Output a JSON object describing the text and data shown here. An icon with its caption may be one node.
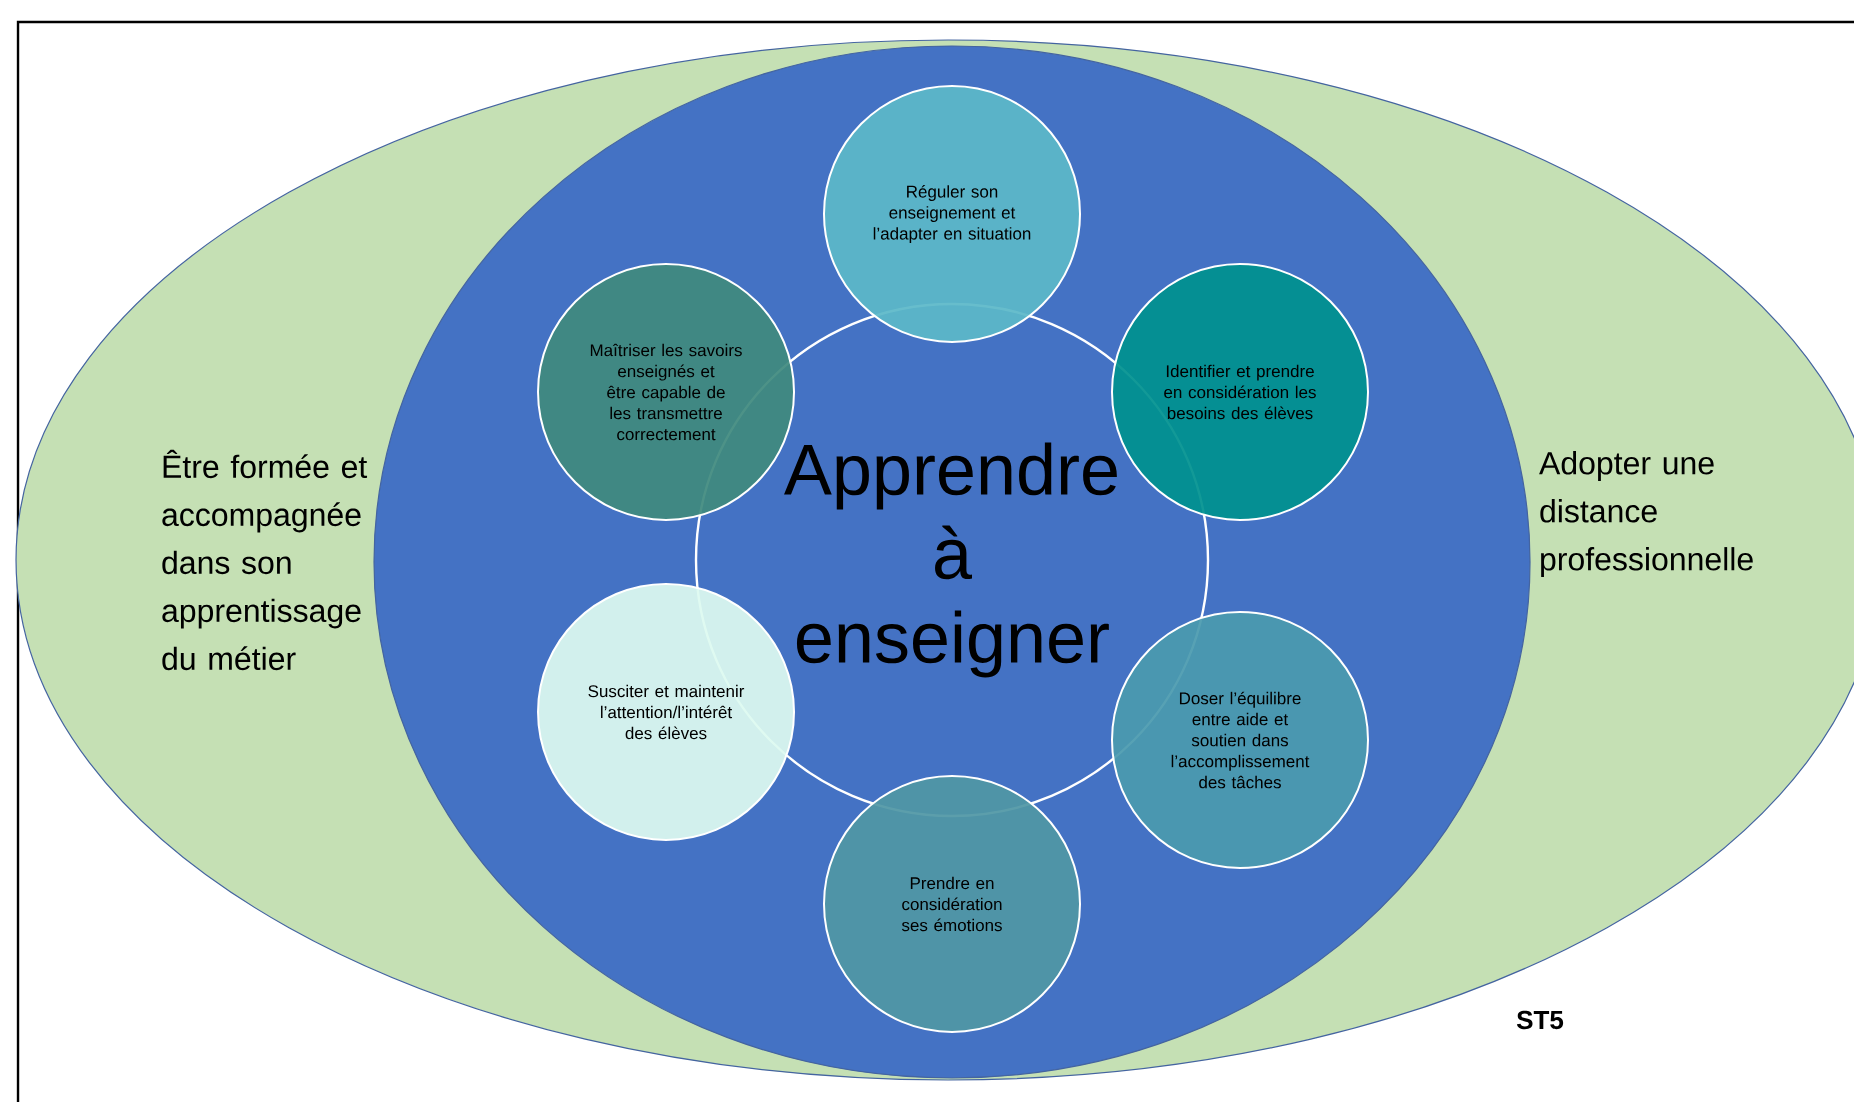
{
  "diagram": {
    "nodes": [
      {
        "text": [
          "Être formée et accompagnée dans son apprentissage du métier",
          "Adopter une distance professionnelle"
        ]
      },
      {
        "text": [],
        "shape": "ellipse",
        "in": 0
      },
      {
        "text": [
          "Apprendre à enseigner"
        ],
        "in": 1
      },
      {
        "text": [
          "Réguler son enseignement et l’adapter en situation"
        ],
        "in": 1
      },
      {
        "text": [
          "Maîtriser les savoirs enseignés et être capable de les transmettre correctement"
        ],
        "in": 1
      },
      {
        "text": [
          "Identifier et prendre en considération les besoins des élèves"
        ],
        "in": 1
      },
      {
        "text": [
          "Susciter et maintenir l’attention/l’intérêt des élèves"
        ],
        "in": 1
      },
      {
        "text": [
          "Doser l’équilibre entre aide et soutien  dans l’accomplissement des tâches"
        ],
        "in": 1
      },
      {
        "text": [
          "Prendre en considération ses émotions"
        ],
        "in": 1
      }
    ],
    "edges": [],
    "labels": [
      "ST5"
    ]
  }
}
